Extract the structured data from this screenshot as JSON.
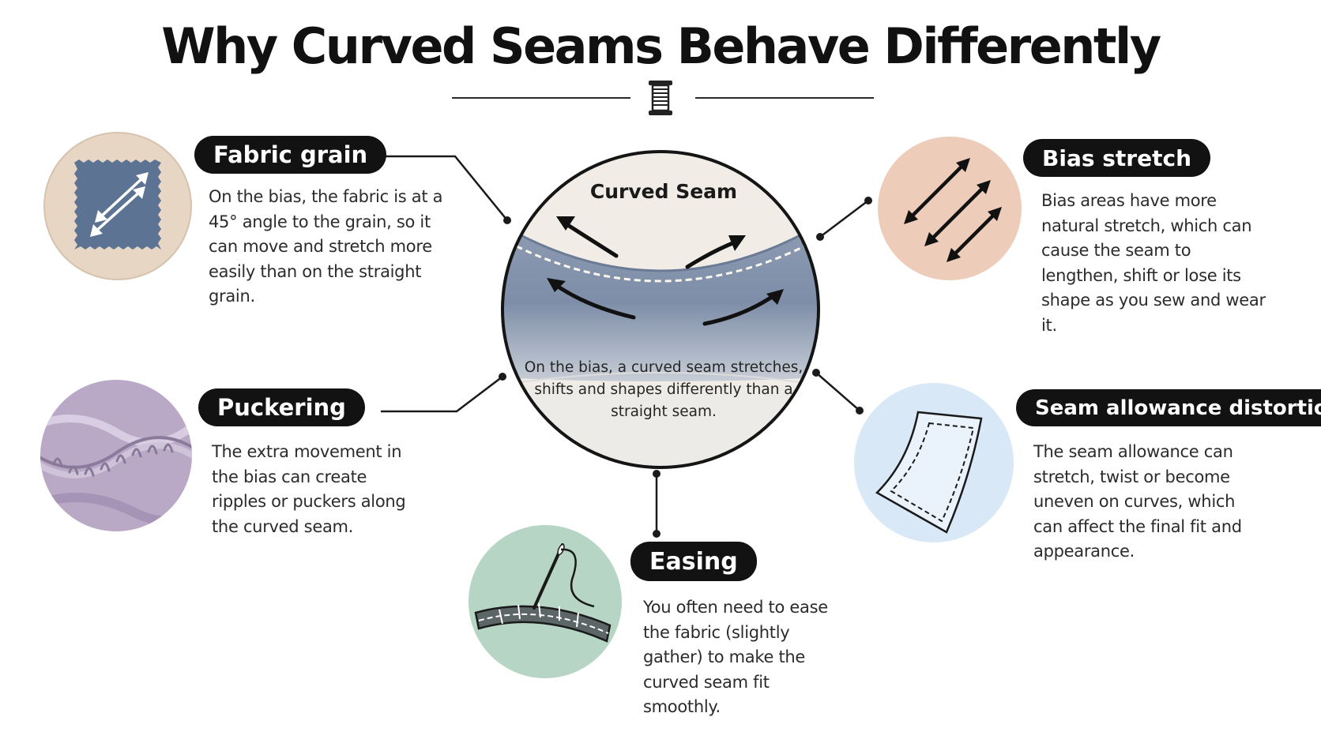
{
  "title": "Why Curved Seams Behave Differently",
  "center": {
    "label": "Curved Seam",
    "text": "On the bias, a curved seam stretches, shifts and shapes differently than a straight seam."
  },
  "sections": {
    "fabric_grain": {
      "title": "Fabric grain",
      "text": "On the bias, the fabric is at a 45° angle to the grain, so it can move and stretch more easily than on the straight grain."
    },
    "bias_stretch": {
      "title": "Bias stretch",
      "text": "Bias areas have more natural stretch, which can cause the seam to lengthen, shift or lose its shape as you sew and wear it."
    },
    "puckering": {
      "title": "Puckering",
      "text": "The extra movement in the bias can create ripples or puckers along the curved seam."
    },
    "seam_allowance": {
      "title": "Seam allowance distortion",
      "text": "The seam allowance can stretch, twist or become uneven on curves, which can affect the final fit and appearance."
    },
    "easing": {
      "title": "Easing",
      "text": "You often need to ease the fabric (slightly gather) to make the curved seam fit smoothly."
    }
  },
  "colors": {
    "pill_bg": "#121212",
    "fabric_grain_bg": "#e8d6c4",
    "bias_stretch_bg": "#edccba",
    "puckering_bg": "#b9a8c6",
    "seam_allowance_bg": "#d9e8f6",
    "easing_bg": "#b7d5c4",
    "denim": "#5d7394"
  },
  "icons": {
    "spool": "thread-spool-icon",
    "fabric_grain": "denim-swatch-icon",
    "bias_stretch": "diagonal-arrows-icon",
    "puckering": "puckered-fabric-icon",
    "seam_allowance": "seam-allowance-icon",
    "easing": "needle-thread-icon"
  }
}
